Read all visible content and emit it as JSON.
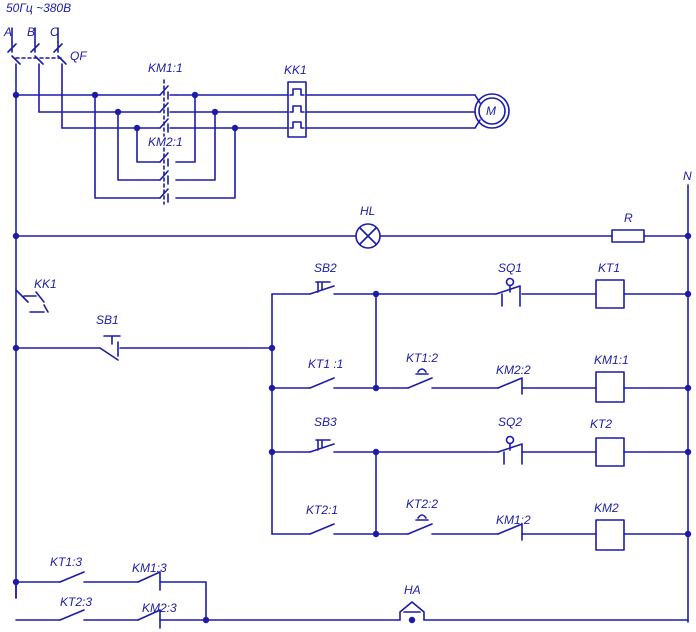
{
  "supply": {
    "label": "50Гц ~380В"
  },
  "phases": [
    "A",
    "B",
    "C"
  ],
  "neutral": "N",
  "labels": {
    "qf": "QF",
    "km1_1": "KM1:1",
    "km2_1": "KM2:1",
    "kk1_relay": "KK1",
    "motor": "M",
    "hl": "HL",
    "r": "R",
    "kk1_contact": "KK1",
    "sb1": "SB1",
    "sb2": "SB2",
    "sq1": "SQ1",
    "kt1": "KT1",
    "kt1_1": "KT1 :1",
    "kt1_2": "KT1:2",
    "km2_2": "KM2:2",
    "km1_1_coil": "KM1:1",
    "sb3": "SB3",
    "sq2": "SQ2",
    "kt2": "KT2",
    "kt2_1": "KT2:1",
    "kt2_2": "KT2:2",
    "km1_2": "KM1:2",
    "km2": "KM2",
    "kt1_3": "KT1:3",
    "km1_3": "KM1:3",
    "kt2_3": "KT2:3",
    "km2_3": "KM2:3",
    "ha": "HA"
  },
  "colors": {
    "wire": "#1c1ca8",
    "background": "#ffffff"
  }
}
